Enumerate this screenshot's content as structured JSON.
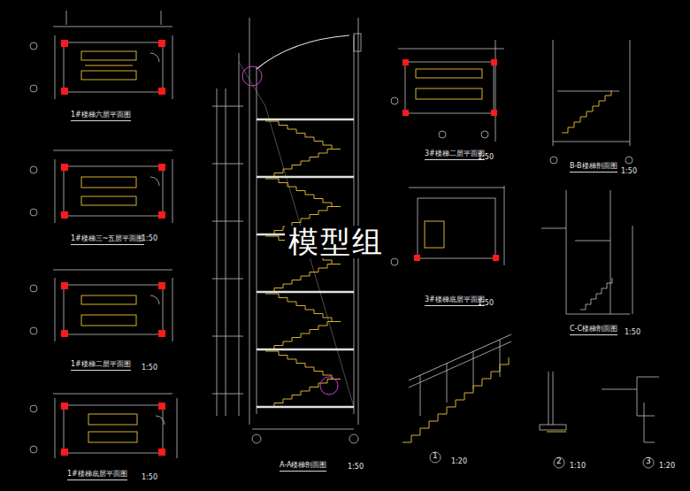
{
  "diagram": {
    "labels": [
      "1#楼梯六层平面图",
      "1#楼梯三~五层平面图",
      "1:50",
      "1#楼梯二层平面图",
      "1:50",
      "1#楼梯底层平面图",
      "1:50",
      "A-A楼梯剖面图",
      "1:50",
      "3#楼梯二层平面图",
      "1:50",
      "3#楼梯底层平面图",
      "1:50",
      "B-B楼梯剖面图",
      "1:50",
      "C-C楼梯剖面图",
      "1:50",
      "1",
      "1:20",
      "2",
      "1:10",
      "3",
      "1:20",
      "模型组"
    ]
  }
}
